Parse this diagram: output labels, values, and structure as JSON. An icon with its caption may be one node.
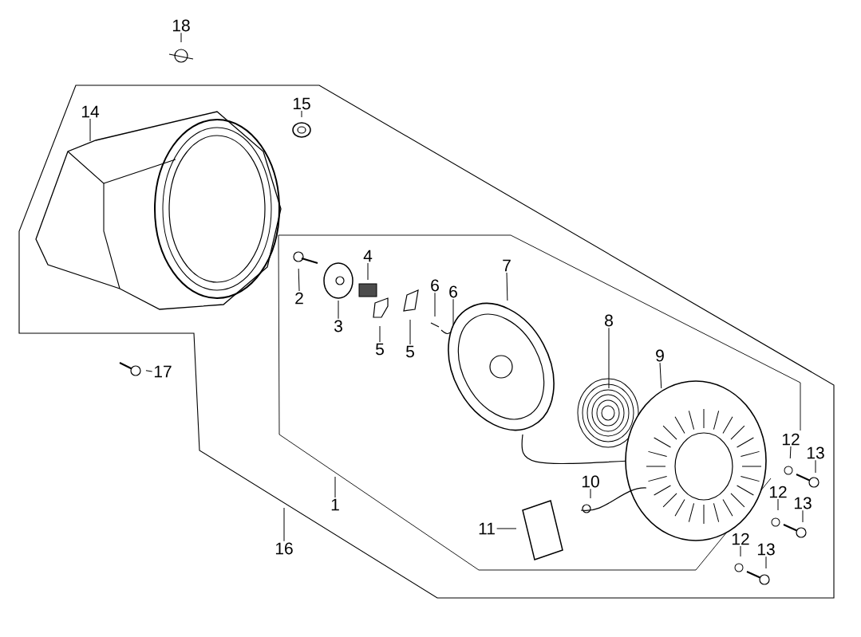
{
  "diagram": {
    "nodes": [
      {
        "text": [
          "18"
        ]
      },
      {
        "text": [
          "15"
        ]
      },
      {
        "text": [
          "14"
        ]
      },
      {
        "text": [
          "4"
        ]
      },
      {
        "text": [
          "7"
        ]
      },
      {
        "text": [
          "6"
        ]
      },
      {
        "text": [
          "6"
        ]
      },
      {
        "text": [
          "2"
        ]
      },
      {
        "text": [
          "8"
        ]
      },
      {
        "text": [
          "3"
        ]
      },
      {
        "text": [
          "5"
        ]
      },
      {
        "text": [
          "5"
        ]
      },
      {
        "text": [
          "9"
        ]
      },
      {
        "text": [
          "17"
        ]
      },
      {
        "text": [
          "12"
        ]
      },
      {
        "text": [
          "13"
        ]
      },
      {
        "text": [
          "10"
        ]
      },
      {
        "text": [
          "12"
        ]
      },
      {
        "text": [
          "13"
        ]
      },
      {
        "text": [
          "1"
        ]
      },
      {
        "text": [
          "11"
        ]
      },
      {
        "text": [
          "12"
        ]
      },
      {
        "text": [
          "16"
        ]
      },
      {
        "text": [
          "13"
        ]
      }
    ],
    "edges": [
      {
        "from": 0,
        "to": null,
        "arrow": "none"
      },
      {
        "from": 1,
        "to": null,
        "arrow": "none"
      },
      {
        "from": 2,
        "to": null,
        "arrow": "none"
      },
      {
        "from": 3,
        "to": null,
        "arrow": "none"
      },
      {
        "from": 4,
        "to": null,
        "arrow": "none"
      },
      {
        "from": 5,
        "to": null,
        "arrow": "none"
      },
      {
        "from": 6,
        "to": null,
        "arrow": "none"
      },
      {
        "from": 7,
        "to": null,
        "arrow": "none"
      },
      {
        "from": 8,
        "to": null,
        "arrow": "none"
      },
      {
        "from": 9,
        "to": null,
        "arrow": "none"
      },
      {
        "from": 10,
        "to": null,
        "arrow": "none"
      },
      {
        "from": 11,
        "to": null,
        "arrow": "none"
      },
      {
        "from": 12,
        "to": null,
        "arrow": "none"
      },
      {
        "from": 13,
        "to": null,
        "arrow": "none"
      },
      {
        "from": 14,
        "to": null,
        "arrow": "none"
      },
      {
        "from": 15,
        "to": null,
        "arrow": "none"
      },
      {
        "from": 16,
        "to": null,
        "arrow": "none"
      },
      {
        "from": 17,
        "to": null,
        "arrow": "none"
      },
      {
        "from": 18,
        "to": null,
        "arrow": "none"
      },
      {
        "from": 19,
        "to": null,
        "arrow": "none"
      },
      {
        "from": 20,
        "to": null,
        "arrow": "none"
      },
      {
        "from": 21,
        "to": null,
        "arrow": "none"
      },
      {
        "from": 22,
        "to": null,
        "arrow": "none"
      },
      {
        "from": 23,
        "to": null,
        "arrow": "none"
      }
    ]
  }
}
